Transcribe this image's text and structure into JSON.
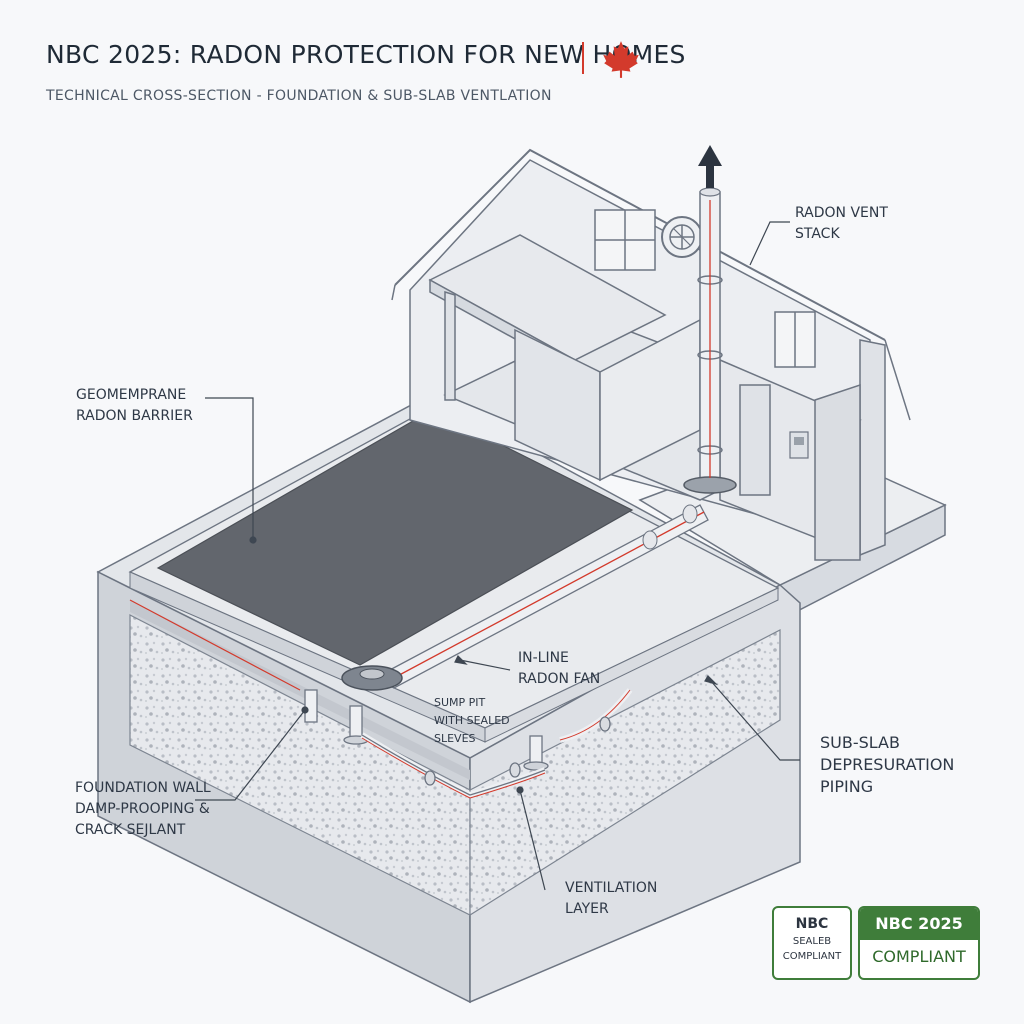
{
  "header": {
    "title": "NBC 2025: RADON PROTECTION FOR NEW HOMES",
    "subtitle": "TECHNICAL CROSS-SECTION - FOUNDATION & SUB-SLAB VENTLATION"
  },
  "labels": {
    "vent_stack": "RADON VENT\nSTACK",
    "barrier": "GEOMEMPRANE\nRADON BARRIER",
    "fan": "IN-LINE\nRADON FAN",
    "sump": "SUMP PIT\nWITH SEALED\nSLEVES",
    "piping": "SUB-SLAB\nDEPRESURATION\nPIPING",
    "foundation": "FOUNDATION WALL\nDAMP-PROOPING &\nCRACK SEJLANT",
    "ventilation": "VENTILATION\nLAYER"
  },
  "badges": {
    "outline": {
      "line1": "NBC",
      "line2": "SEALEB",
      "line3": "COMPLIANT"
    },
    "solid": {
      "top": "NBC 2025",
      "bottom": "COMPLIANT"
    }
  },
  "colors": {
    "accent_red": "#d33a2c",
    "badge_green": "#3f7d3a",
    "membrane": "#62666d",
    "line": "#5b6470"
  },
  "icons": [
    "maple-leaf-icon",
    "up-arrow-icon",
    "fan-icon",
    "thermostat-icon"
  ]
}
